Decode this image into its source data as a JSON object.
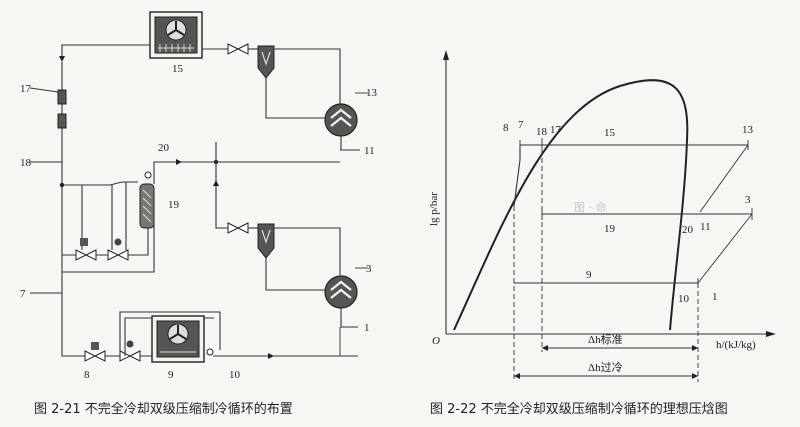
{
  "left_figure": {
    "caption": "图 2-21   不完全冷却双级压缩制冷循环的布置",
    "labels": {
      "n17": "17",
      "n18": "18",
      "n7": "7",
      "n8": "8",
      "n9": "9",
      "n10": "10",
      "n15": "15",
      "n13": "13",
      "n11": "11",
      "n20": "20",
      "n19": "19",
      "n3": "3",
      "n1": "1"
    }
  },
  "right_figure": {
    "caption": "图 2-22   不完全冷却双级压缩制冷循环的理想压焓图",
    "y_axis_label": "lg p/bar",
    "x_axis_label": "h/(kJ/kg)",
    "origin": "O",
    "points": {
      "p8": "8",
      "p7": "7",
      "p18": "18",
      "p17": "17",
      "p15": "15",
      "p13": "13",
      "p19": "19",
      "p20": "20",
      "p11": "11",
      "p3": "3",
      "p9": "9",
      "p10": "10",
      "p1": "1"
    },
    "dh_standard": "Δh标准",
    "dh_sub": "Δh过冷"
  },
  "watermark": "图 · 命"
}
